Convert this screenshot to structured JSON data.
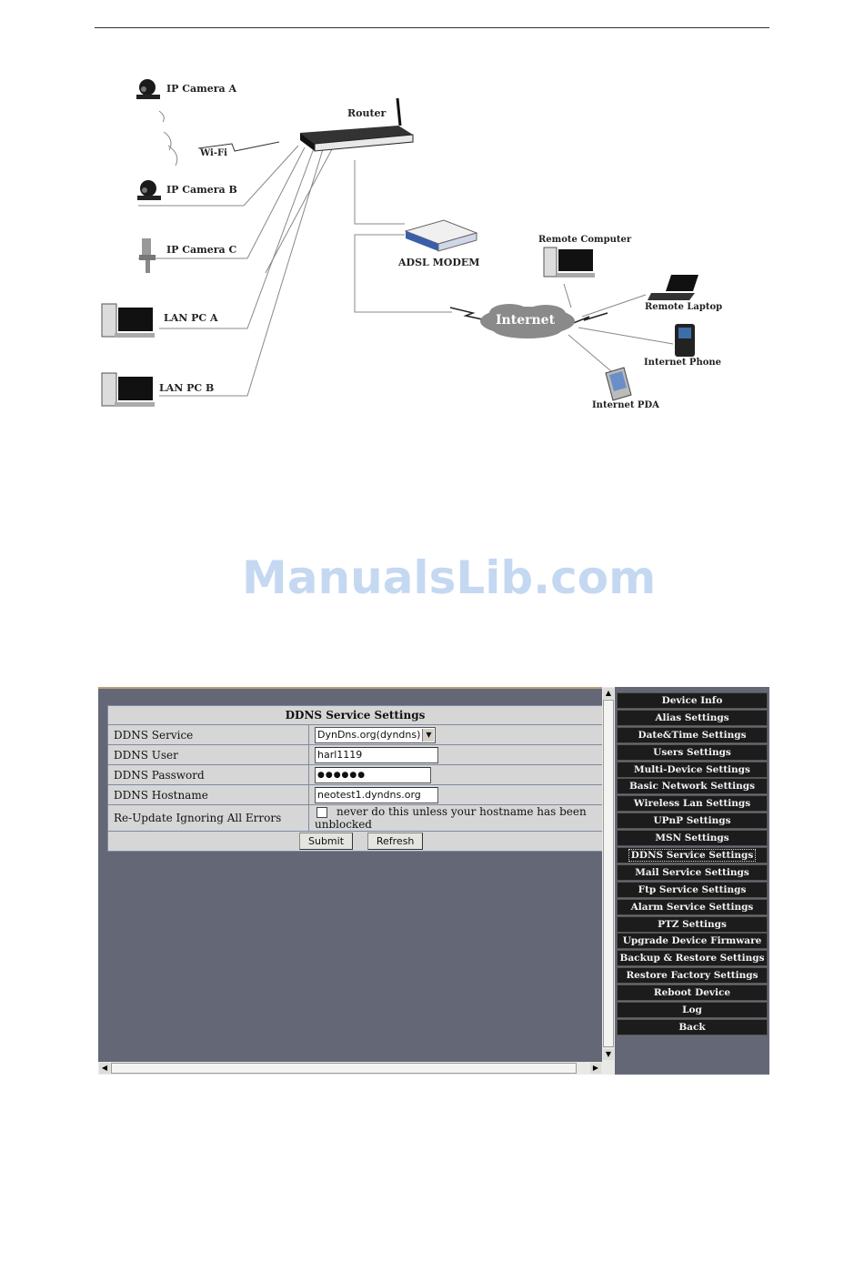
{
  "diagram": {
    "router_label": "Router",
    "wifi_label": "Wi-Fi",
    "camera_a": "IP Camera  A",
    "camera_b": "IP Camera  B",
    "camera_c": "IP Camera  C",
    "lan_pc_a": "LAN PC  A",
    "lan_pc_b": "LAN PC  B",
    "modem": "ADSL MODEM",
    "internet": "Internet",
    "remote_computer": "Remote Computer",
    "remote_laptop": "Remote Laptop",
    "internet_phone": "Internet Phone",
    "internet_pda": "Internet PDA"
  },
  "watermark": "ManualsLib.com",
  "ddns": {
    "title": "DDNS Service Settings",
    "service_label": "DDNS Service",
    "service_value": "DynDns.org(dyndns)",
    "user_label": "DDNS User",
    "user_value": "harl1119",
    "password_label": "DDNS Password",
    "password_value": "●●●●●●",
    "hostname_label": "DDNS Hostname",
    "hostname_value": "neotest1.dyndns.org",
    "reupdate_label": "Re-Update Ignoring All Errors",
    "reupdate_note": "never do this unless your hostname has been unblocked",
    "submit_label": "Submit",
    "refresh_label": "Refresh"
  },
  "nav": {
    "items": [
      "Device Info",
      "Alias Settings",
      "Date&Time Settings",
      "Users Settings",
      "Multi-Device Settings",
      "Basic Network Settings",
      "Wireless Lan Settings",
      "UPnP Settings",
      "MSN Settings",
      "DDNS Service Settings",
      "Mail Service Settings",
      "Ftp Service Settings",
      "Alarm Service Settings",
      "PTZ Settings",
      "Upgrade Device Firmware",
      "Backup & Restore Settings",
      "Restore Factory Settings",
      "Reboot Device",
      "Log",
      "Back"
    ],
    "active": "DDNS Service Settings"
  },
  "colors": {
    "page_bg": "#646876",
    "nav_bg": "#1c1c1c",
    "table_bg": "#d6d6d6",
    "watermark": "#c5d8f2"
  }
}
